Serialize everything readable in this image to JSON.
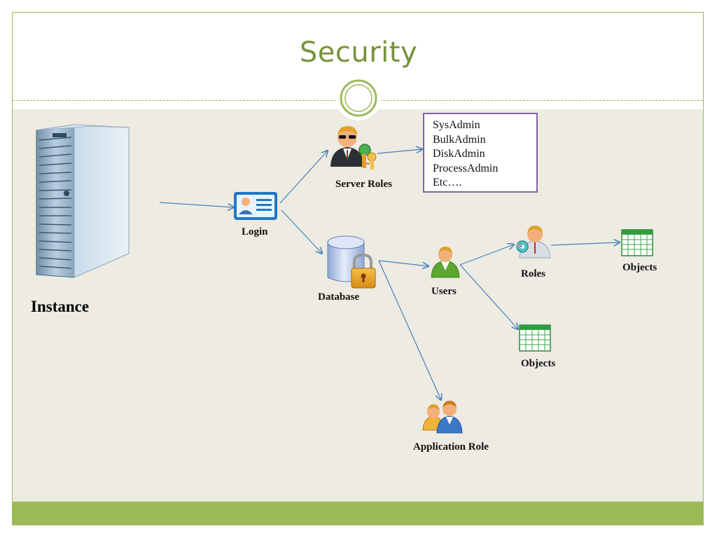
{
  "slide": {
    "title": "Security",
    "colors": {
      "accent": "#9bbb59",
      "title": "#77933c",
      "background": "#edebe2",
      "arrow": "#4a7ebb",
      "box_border": "#8064a2"
    }
  },
  "nodes": {
    "instance": {
      "label": "Instance",
      "icon": "server-icon"
    },
    "login": {
      "label": "Login",
      "icon": "id-card-icon"
    },
    "server_roles": {
      "label": "Server Roles",
      "icon": "user-with-keys-icon"
    },
    "database": {
      "label": "Database",
      "icon": "database-lock-icon"
    },
    "users": {
      "label": "Users",
      "icon": "user-icon"
    },
    "roles": {
      "label": "Roles",
      "icon": "user-with-key-icon"
    },
    "objects_roles": {
      "label": "Objects",
      "icon": "table-icon"
    },
    "objects_users": {
      "label": "Objects",
      "icon": "table-icon"
    },
    "application_role": {
      "label": "Application Role",
      "icon": "user-group-icon"
    }
  },
  "server_roles_list": [
    "SysAdmin",
    "BulkAdmin",
    "DiskAdmin",
    "ProcessAdmin",
    "Etc…."
  ]
}
